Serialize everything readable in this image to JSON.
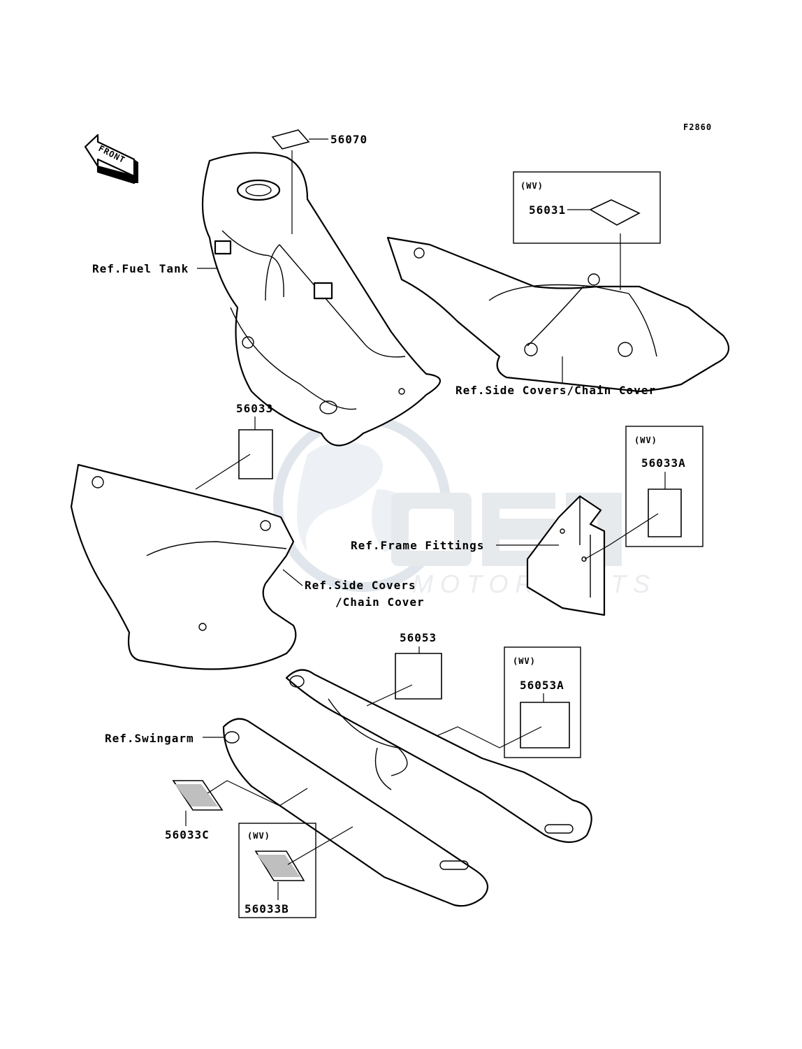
{
  "figure_code": "F2860",
  "front_arrow": "FRONT",
  "wv": "(WV)",
  "parts": {
    "p56070": "56070",
    "p56031": "56031",
    "p56033": "56033",
    "p56033A": "56033A",
    "p56053": "56053",
    "p56053A": "56053A",
    "p56033C": "56033C",
    "p56033B": "56033B"
  },
  "refs": {
    "fuel_tank": "Ref.Fuel Tank",
    "side_covers_chain_cover": "Ref.Side Covers/Chain Cover",
    "side_covers_line1": "Ref.Side Covers",
    "side_covers_line2": "/Chain Cover",
    "frame_fittings": "Ref.Frame Fittings",
    "swingarm": "Ref.Swingarm"
  },
  "watermark": {
    "logo": "OEM",
    "sub": "MOTORPARTS"
  }
}
